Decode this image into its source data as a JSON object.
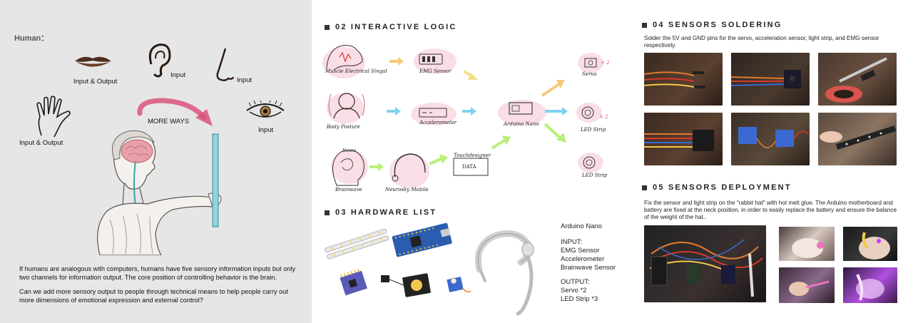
{
  "human_panel": {
    "title": "Human：",
    "labels": {
      "mouth": "Input & Output",
      "ear": "Input",
      "nose": "Input",
      "hand": "Input & Output",
      "eye": "Input",
      "more_ways": "MORE WAYS"
    },
    "paragraph1": "If humans are analogous with computers, humans have five sensory information inputs but only two channels for information output. The core position of controlling behavior is the brain.",
    "paragraph2": "Can we add more sensory output to people through technical means to help people carry out more dimensions of emotional expression and external control?"
  },
  "logic": {
    "heading": "02 INTERACTIVE LOGIC",
    "nodes": {
      "muscle": "Muscle Electrical Singal",
      "emg": "EMG Sensor",
      "posture": "Body Posture",
      "accel": "Accelerometer",
      "brainwave": "Brainwave",
      "neurosky": "Neurosky Mobile",
      "touchdesigner": "Touchdesigner",
      "data": "DATA",
      "neuro": "Neuro",
      "arduino": "Arduino Nano",
      "servo": "Servo",
      "led1": "LED Strip",
      "led2": "LED Strip",
      "x2a": "× 2",
      "x2b": "× 2"
    }
  },
  "hardware": {
    "heading": "03 HARDWARE LIST",
    "board": "Arduino Nano",
    "input_title": "INPUT:",
    "inputs": [
      "EMG Sensor",
      "Accelerometer",
      "Brainwave Sensor"
    ],
    "output_title": "OUTPUT:",
    "outputs": [
      "Servo *2",
      "LED Strip *3"
    ]
  },
  "soldering": {
    "heading": "04 SENSORS SOLDERING",
    "text": "Solder the 5V and GND pins for the servo, acceleration sensor, light strip, and EMG sensor respectively."
  },
  "deployment": {
    "heading": "05 SENSORS DEPLOYMENT",
    "text": "Fix the sensor and light strip on the \"rabbit hat\" with hot melt glue. The Arduino motherboard and battery are fixed at the neck position, in order to easily replace the battery and ensure the balance of the weight of the hat.."
  },
  "colors": {
    "left_bg": "#e6e6e6",
    "brain_pink": "#e9a0a8",
    "arrow_pink": "#d9557a",
    "arrow_yellow": "#f5c97a",
    "arrow_blue": "#7fd3f0",
    "arrow_green": "#b8f078",
    "photo_dark": "#3a2c24",
    "wire_orange": "#e07a2e",
    "board_blue": "#2a5db0"
  }
}
